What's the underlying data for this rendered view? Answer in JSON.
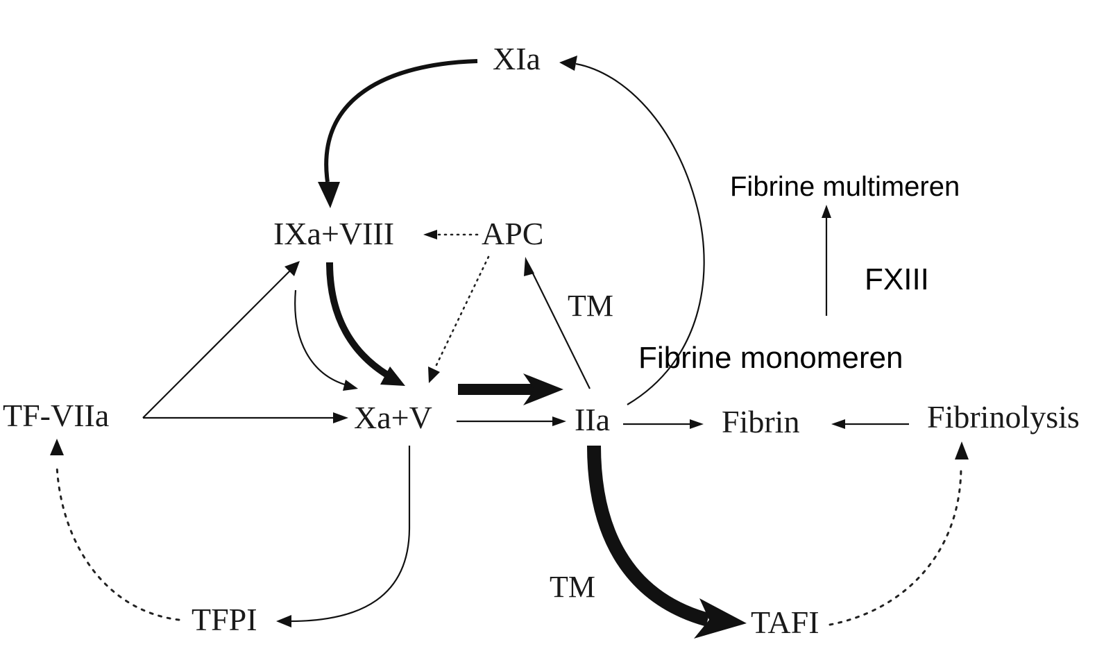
{
  "nodes": {
    "xia": "XIa",
    "ixa_viii": "IXa+VIII",
    "apc": "APC",
    "tm_upper": "TM",
    "tf_viia": "TF-VIIa",
    "xa_v": "Xa+V",
    "iia": "IIa",
    "fibrin": "Fibrin",
    "fibrinolysis": "Fibrinolysis",
    "tm_lower": "TM",
    "tfpi": "TFPI",
    "tafi": "TAFI"
  },
  "annotations": {
    "fibrine_multimeren": "Fibrine multimeren",
    "fxiii": "FXIII",
    "fibrine_monomeren": "Fibrine monomeren"
  },
  "colors": {
    "ink": "#111111",
    "background": "#ffffff"
  }
}
